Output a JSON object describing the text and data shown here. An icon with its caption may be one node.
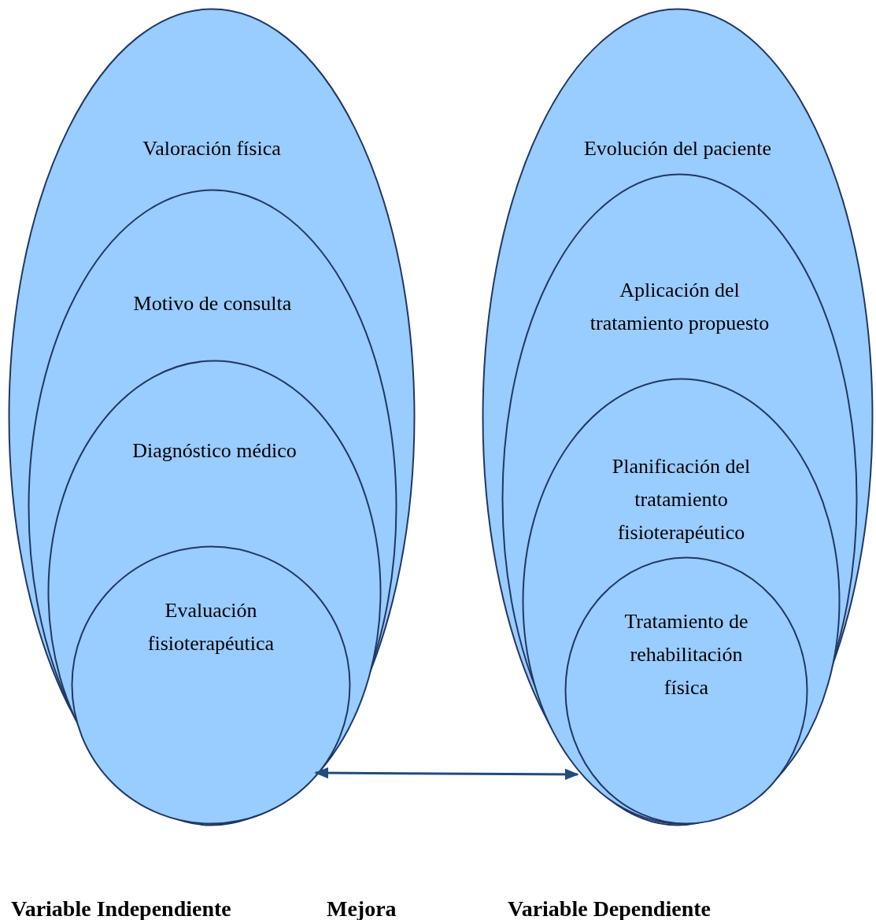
{
  "diagram": {
    "nodes": [
      {
        "text": [
          "Valoración física"
        ]
      },
      {
        "text": [
          "Motivo de consulta"
        ],
        "in": 0
      },
      {
        "text": [
          "Diagnóstico médico"
        ],
        "in": 1
      },
      {
        "text": [
          "Evaluación fisioterapéutica"
        ],
        "in": 2
      },
      {
        "text": [
          "Evolución del paciente"
        ]
      },
      {
        "text": [
          "Aplicación del tratamiento propuesto"
        ],
        "in": 4
      },
      {
        "text": [
          "Planificación del tratamiento fisioterapéutico"
        ],
        "in": 5
      },
      {
        "text": [
          "Tratamiento de rehabilitación física"
        ],
        "in": 6
      }
    ],
    "edges": [
      {
        "from": 0,
        "to": 4,
        "arrow": "both"
      }
    ],
    "labels": [
      "Variable Independiente",
      "Mejora",
      "Variable Dependiente"
    ]
  }
}
